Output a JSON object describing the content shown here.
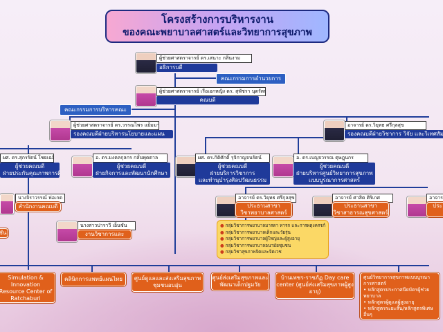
{
  "title": {
    "line1": "โครงสร้างการบริหารงาน",
    "line2": "ของคณะพยาบาลศาสตร์และวิทยาการสุขภาพ"
  },
  "dean_officer": {
    "name": "ผู้ช่วยศาสตราจารย์ ดร.เสนาะ กลิ่นงาม",
    "role": "อธิการบดี"
  },
  "committee_exec": "คณะกรรมการอำนวยการ",
  "dean": {
    "name": "ผู้ช่วยศาสตราจารย์ เรือเอกหญิง ดร. สุพัชรา นุตรัตน์",
    "role": "คณบดี"
  },
  "committee_admin": "คณะกรรมการบริหารคณะ",
  "deputy_policy": {
    "name": "ผู้ช่วยศาสตราจารย์ ดร.วรรณไพร แย้มมา",
    "role": "รองคณบดีฝ่ายบริหารนโยบายและแผน"
  },
  "deputy_research": {
    "name": "อาจารย์ ดร.วิยุทธ ศรีกุลสุข",
    "role": "รองคณบดีฝ่ายวิชาการ วิจัย และวิเทศสัมพันธ์"
  },
  "asst_quality": {
    "name": "ผศ. ดร.สุกรรัตน์ โชยเฉลิม",
    "role1": "ผู้ช่วยคณบดี",
    "role2": "ฝ่ายประกันคุณภาพการศึกษา"
  },
  "asst_student": {
    "name": "อ. ดร.มงคลกุลกร กลั่นพุดตาล",
    "role1": "ผู้ช่วยคณบดี",
    "role2": "ฝ่ายกิจการและพัฒนานักศึกษา"
  },
  "asst_service": {
    "name": "ผศ. ดร.กิติศักดิ์ รุจิกาญจนรัตน์",
    "role1": "ผู้ช่วยคณบดี",
    "role2": "ฝ่ายบริการวิชาการ",
    "role3": "และทำนุบำรุงศิลปวัฒนธรรม"
  },
  "asst_sim": {
    "name": "อ. ดร.เบญจวรรณ ดุษฎุนกร",
    "role1": "ผู้ช่วยคณบดี",
    "role2": "ฝ่ายบริหารศูนย์วิทยาการสุขภาพ",
    "role3": "แบบบูรณาการศาสตร์"
  },
  "office_head": {
    "name": "นางจิราวรรณ์ ห่อเกต",
    "role": "สำนักงานคณบดี"
  },
  "service_head": {
    "name": "นางสาวปาราวี เอ็นชัน",
    "role": "งานวิชาการและบริการ"
  },
  "left_edge_partial": "ชัน",
  "chair_nursing": {
    "name": "อาจารย์ ดร.วิยุทธ ศรีกุลสุข",
    "role1": "ประธานสาขา",
    "role2": "วิชาพยาบาลศาสตร์"
  },
  "chair_public": {
    "name": "อาจารย์ ศาสิต ศิริเกศ",
    "role1": "ประธานสาขา",
    "role2": "วิชาสาธารณสุขศาสตร์"
  },
  "right_partial": {
    "name": "อาจารย์ ดร.",
    "role": "ประ"
  },
  "nursing_groups": [
    "กลุ่มวิชาการพยาบาลมารดา ทารก และการผดุงครรภ์",
    "กลุ่มวิชาการพยาบาลเด็กและวัยรุ่น",
    "กลุ่มวิชาการพยาบาลผู้ใหญ่และผู้สูงอายุ",
    "กลุ่มวิชาการพยาบาลอนามัยชุมชน",
    "กลุ่มวิชาสุขภาพจิตและจิตเวช"
  ],
  "units": {
    "sircop": "Simulation & Innovation Resource Center of Ratchaburi (SIRCOP)",
    "clinic": "คลินิกการแพทย์แผนไทย",
    "community": "ศูนย์ดูแลและส่งเสริมสุขภาพชุมชนอบอุ่น",
    "child": "ศูนย์ส่งเสริมสุขภาพและพัฒนาเด็กปฐมวัย",
    "daycare": "บ้านเพชร-ราชภัฏ Day care center (ศูนย์ส่งเสริมสุขภาพผู้สูงอายุ)"
  },
  "integrated": {
    "title": "ศูนย์วิทยาการสุขภาพแบบบูรณาการศาสตร์",
    "items": [
      "หลักสูตรประกาศนียบัตรผู้ช่วยพยาบาล",
      "หลักสูตรผู้ดูแลผู้สูงอายุ",
      "หลักสูตรระยะสั้น/หลักสูตรพิเศษ อื่นๆ"
    ]
  }
}
